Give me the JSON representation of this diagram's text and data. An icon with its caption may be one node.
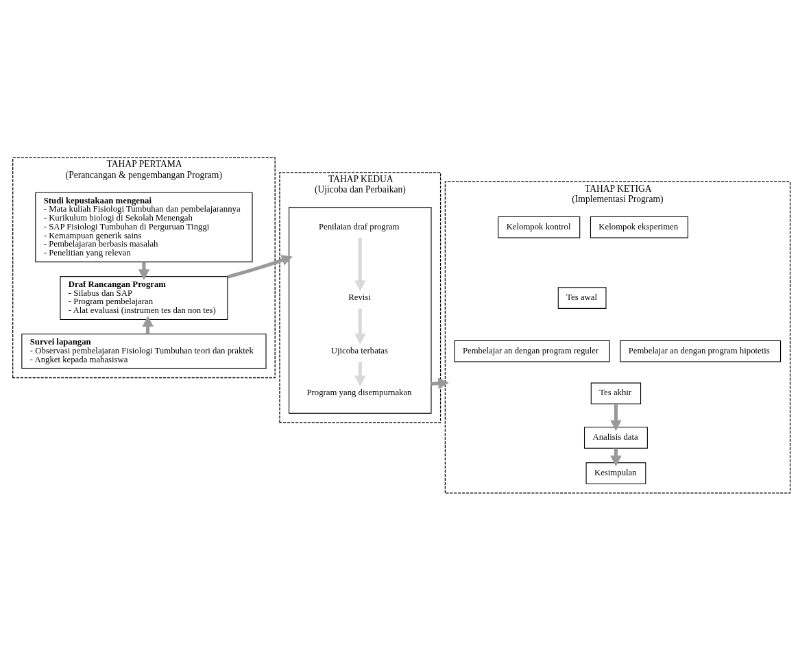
{
  "diagram": {
    "nodes": [
      {
        "text": [
          "TAHAP PERTAMA",
          "(Perancangan & pengembangan Program)"
        ]
      },
      {
        "text": [
          "Studi kepustakaan mengenai",
          "- Mata kuliah Fisiologi Tumbuhan dan pembelajarannya",
          "- Kurikulum biologi di Sekolah Menengah",
          "- SAP Fisiologi Tumbuhan di Perguruan Tinggi",
          "- Kemampuan generik sains",
          "- Pembelajaran berbasis masalah",
          "- Penelitian yang relevan"
        ],
        "in": 0
      },
      {
        "text": [
          "Draf Rancangan Program",
          "- Silabus dan SAP",
          "- Program pembelajaran",
          "- Alat evaluasi (instrumen tes dan non tes)"
        ],
        "in": 0
      },
      {
        "text": [
          "Survei lapangan",
          "- Observasi pembelajaran Fisiologi Tumbuhan teori dan praktek",
          "- Angket kepada mahasiswa"
        ],
        "in": 0
      },
      {
        "text": [
          "TAHAP KEDUA",
          "(Ujicoba dan Perbaikan)"
        ]
      },
      {
        "text": [],
        "shape": "box",
        "in": 4
      },
      {
        "text": [
          "Penilaian draf program"
        ],
        "in": 5
      },
      {
        "text": [
          "Revisi"
        ],
        "in": 5
      },
      {
        "text": [
          "Ujicoba terbatas"
        ],
        "in": 5
      },
      {
        "text": [
          "Program yang disempurnakan"
        ],
        "in": 5
      },
      {
        "text": [
          "TAHAP KETIGA",
          "(Implementasi Program)"
        ]
      },
      {
        "text": [
          "Kelompok kontrol"
        ],
        "in": 10
      },
      {
        "text": [
          "Kelompok eksperimen"
        ],
        "in": 10
      },
      {
        "text": [
          "Tes awal"
        ],
        "in": 10
      },
      {
        "text": [
          "Pembelajar an dengan program reguler"
        ],
        "in": 10
      },
      {
        "text": [
          "Pembelajar an dengan program hipotetis"
        ],
        "in": 10
      },
      {
        "text": [
          "Tes akhir"
        ],
        "in": 10
      },
      {
        "text": [
          "Analisis data"
        ],
        "in": 10
      },
      {
        "text": [
          "Kesimpulan"
        ],
        "in": 10
      }
    ],
    "edges": [
      {
        "from": 1,
        "to": 2,
        "arrow": "to"
      },
      {
        "from": 3,
        "to": 2,
        "arrow": "to"
      },
      {
        "from": 2,
        "to": 5,
        "arrow": "to"
      },
      {
        "from": 6,
        "to": 7,
        "arrow": "to",
        "color": "#d9d9d9"
      },
      {
        "from": 7,
        "to": 8,
        "arrow": "to",
        "color": "#d9d9d9"
      },
      {
        "from": 8,
        "to": 9,
        "arrow": "to",
        "color": "#d9d9d9"
      },
      {
        "from": 5,
        "to": 10,
        "arrow": "to"
      },
      {
        "from": 16,
        "to": 17,
        "arrow": "to"
      },
      {
        "from": 17,
        "to": 18,
        "arrow": "to"
      }
    ]
  }
}
